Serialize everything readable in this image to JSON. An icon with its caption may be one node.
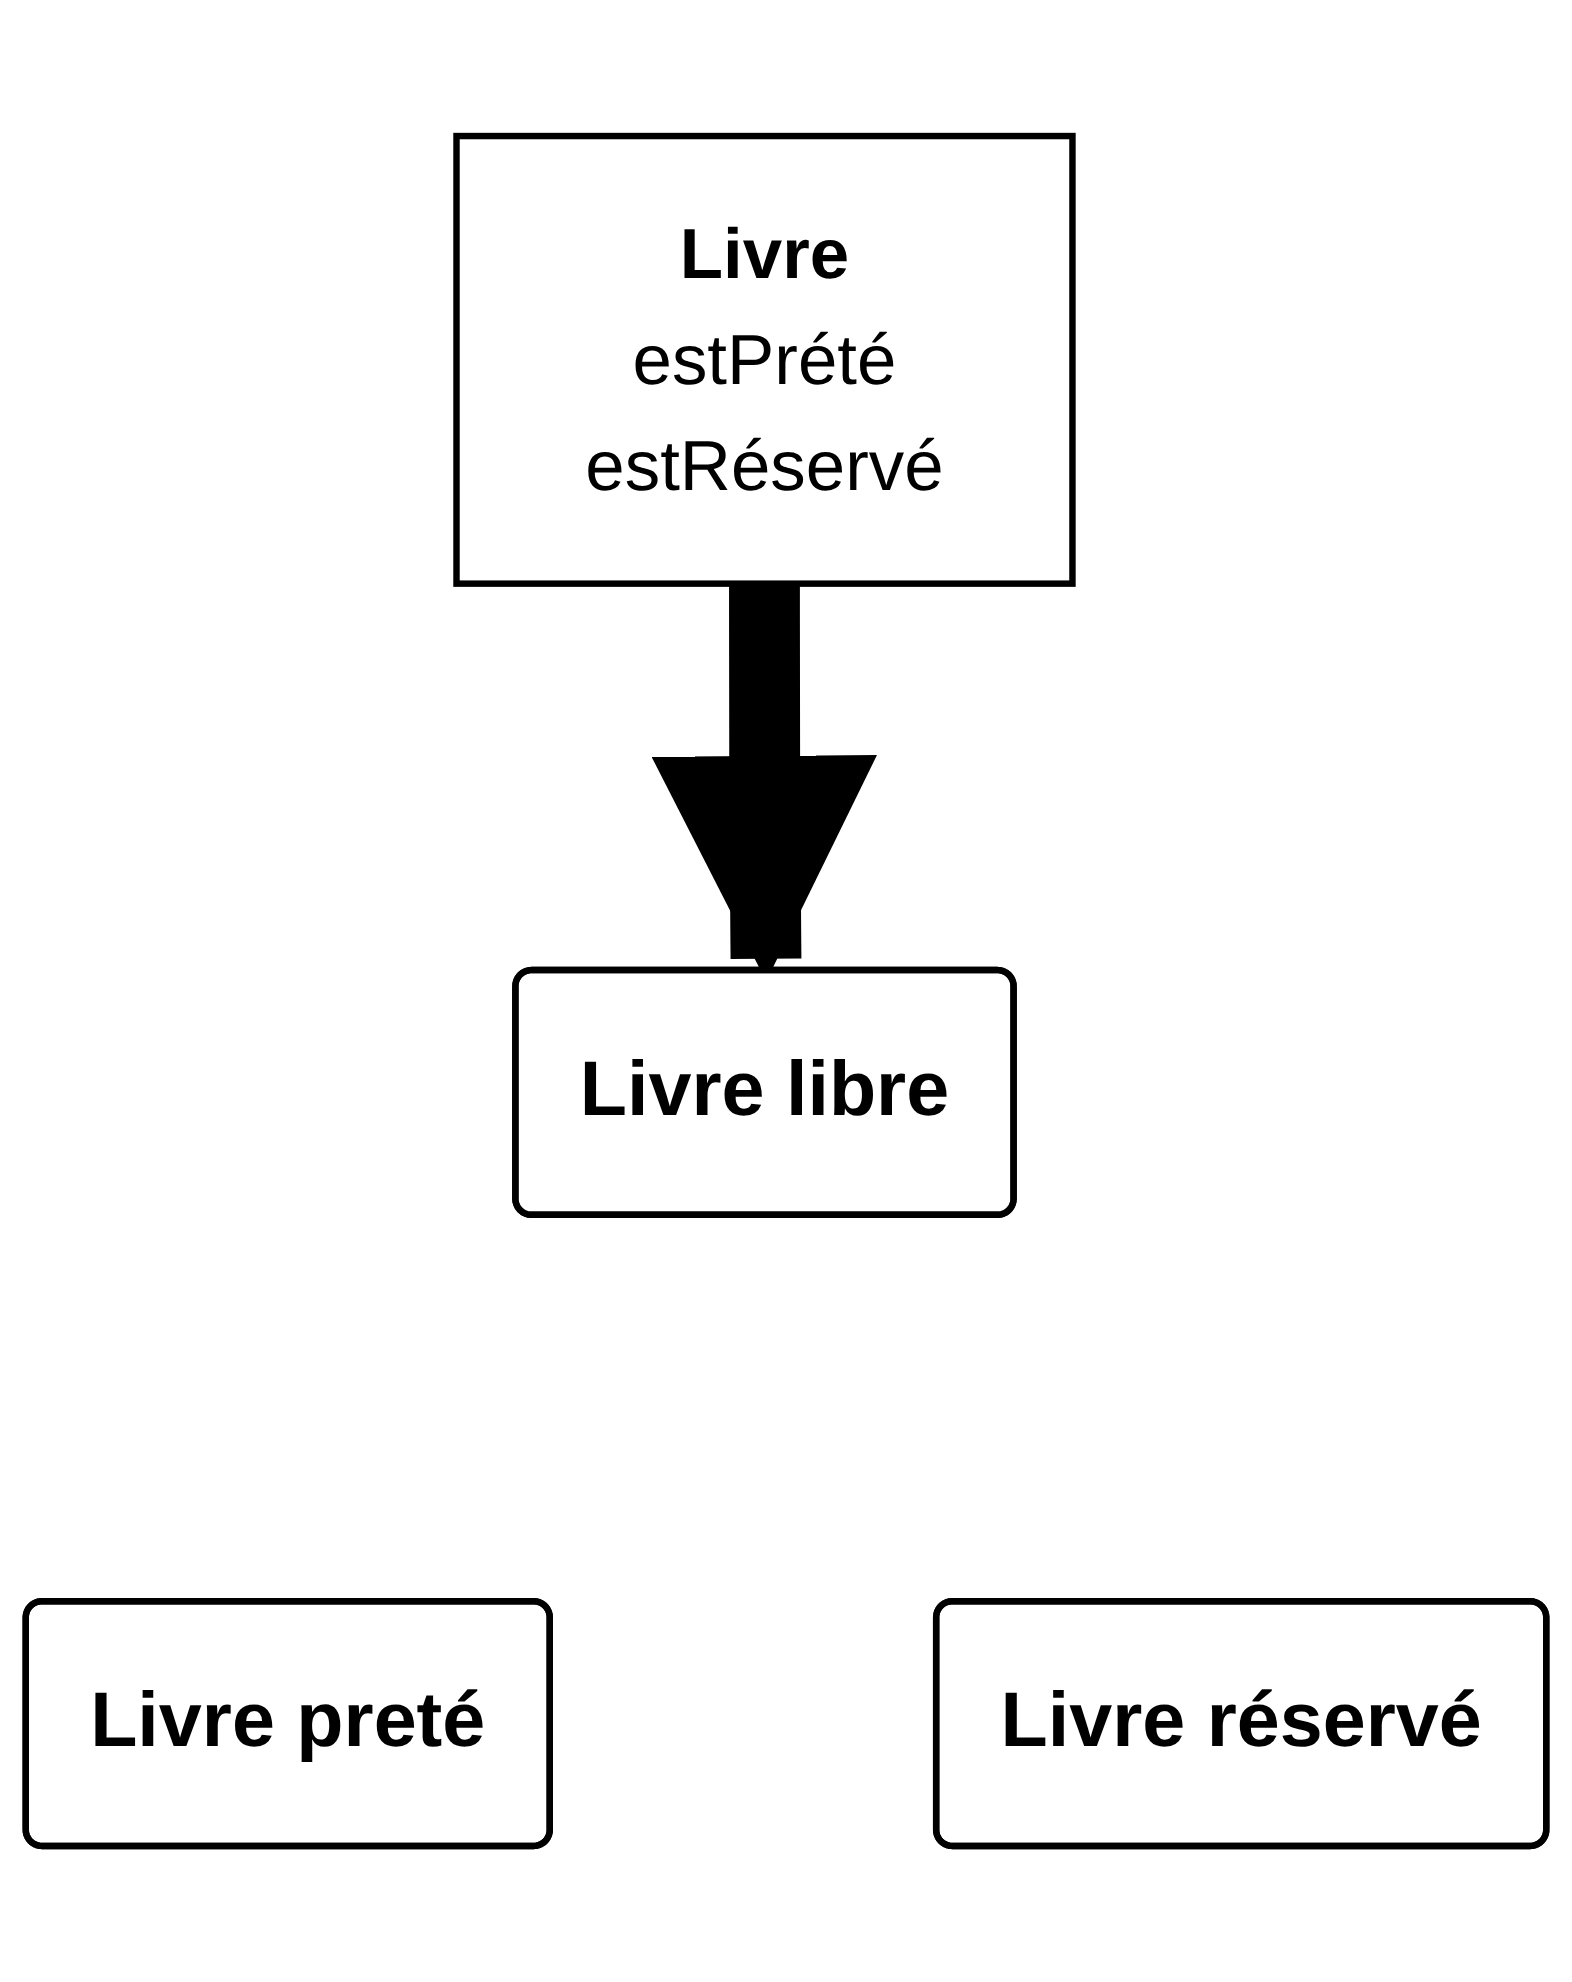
{
  "diagram": {
    "nodes": [
      {
        "text": [
          "Livre",
          "estPrété",
          "estRéservé"
        ]
      },
      {
        "text": [
          "Livre libre"
        ]
      },
      {
        "text": [
          "Livre preté"
        ]
      },
      {
        "text": [
          "Livre réservé"
        ]
      }
    ],
    "edges": [
      {
        "from": 0,
        "to": 1,
        "arrow": "to"
      }
    ]
  }
}
